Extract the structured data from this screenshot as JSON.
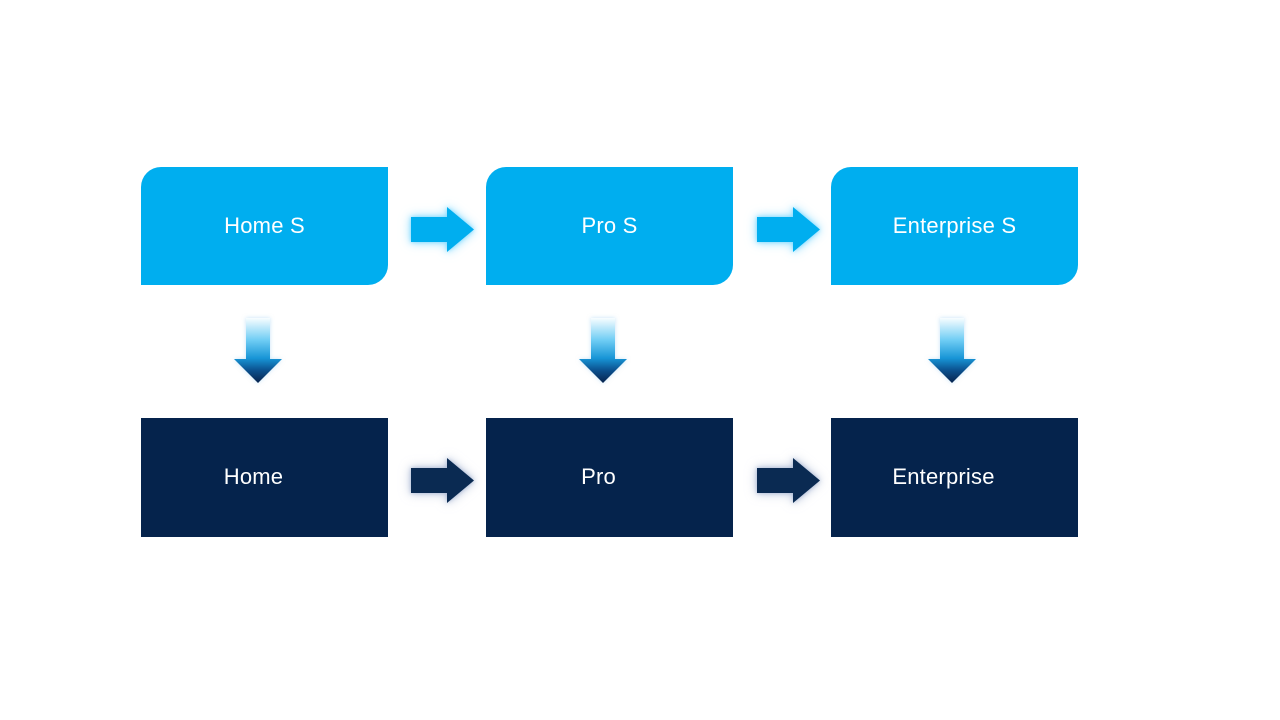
{
  "diagram": {
    "title": "edition-upgrade-process",
    "columns": [
      {
        "top": {
          "label": "Home S"
        },
        "bottom": {
          "label": "Home"
        }
      },
      {
        "top": {
          "label": "Pro S"
        },
        "bottom": {
          "label": "Pro"
        }
      },
      {
        "top": {
          "label": "Enterprise S"
        },
        "bottom": {
          "label": "Enterprise"
        }
      }
    ],
    "colors": {
      "background": "#FFFFFF",
      "top_box_fill": "#00AEEF",
      "bottom_box_fill": "#05234C",
      "label_text": "#FFFFFF",
      "light_arrow_fill": "#00AEEF",
      "light_arrow_glow": "#78D7FF",
      "dark_arrow_fill": "#0A2A52",
      "dark_arrow_glow": "#A5B4D2"
    },
    "down_arrow": {
      "gradient": [
        "#F8FDFF",
        "#6FCDF4",
        "#1795D6",
        "#0B5290",
        "#07224C"
      ]
    }
  }
}
